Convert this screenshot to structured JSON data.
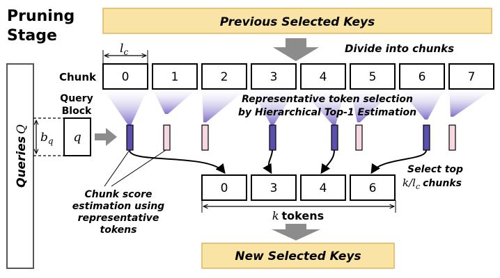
{
  "stage_title_line1": "Pruning",
  "stage_title_line2": "Stage",
  "prev_keys_label": "Previous Selected Keys",
  "new_keys_label": "New Selected Keys",
  "divide_label": "Divide into chunks",
  "chunk_size_symbol": "l",
  "chunk_size_sub": "c",
  "chunk_row_label": "Chunk",
  "chunks": [
    "0",
    "1",
    "2",
    "3",
    "4",
    "5",
    "6",
    "7"
  ],
  "rep_selection_line1": "Representative token selection",
  "rep_selection_line2": "by Hierarchical Top-1 Estimation",
  "query_block_line1": "Query",
  "query_block_line2": "Block",
  "query_symbol": "q",
  "queries_label": "Queries",
  "queries_symbol": "Q",
  "bq_symbol": "b",
  "bq_sub": "q",
  "rep_tokens": [
    {
      "chunk": 0,
      "selected": true
    },
    {
      "chunk": 1,
      "selected": false
    },
    {
      "chunk": 2,
      "selected": false
    },
    {
      "chunk": 3,
      "selected": true
    },
    {
      "chunk": 4,
      "selected": true
    },
    {
      "chunk": 5,
      "selected": false
    },
    {
      "chunk": 6,
      "selected": true
    },
    {
      "chunk": 7,
      "selected": false
    }
  ],
  "selected_chunks": [
    "0",
    "3",
    "4",
    "6"
  ],
  "select_top_line1": "Select top",
  "select_top_formula_k": "k",
  "select_top_formula_rest": "/l",
  "select_top_formula_sub": "c",
  "select_top_suffix": "chunks",
  "score_note_lines": [
    "Chunk score",
    "estimation using",
    "representative",
    "tokens"
  ],
  "k_symbol": "k",
  "k_tokens_suffix": "tokens",
  "colors": {
    "key_bar_fill": "#f9e4a6",
    "key_bar_stroke": "#e0b45a",
    "selected_token": "#5b4fae",
    "unselected_token": "#f6d8e0",
    "arrow_gray": "#8c8c8c",
    "funnel_top": "#ffffff",
    "funnel_bottom": "#8877cc"
  }
}
